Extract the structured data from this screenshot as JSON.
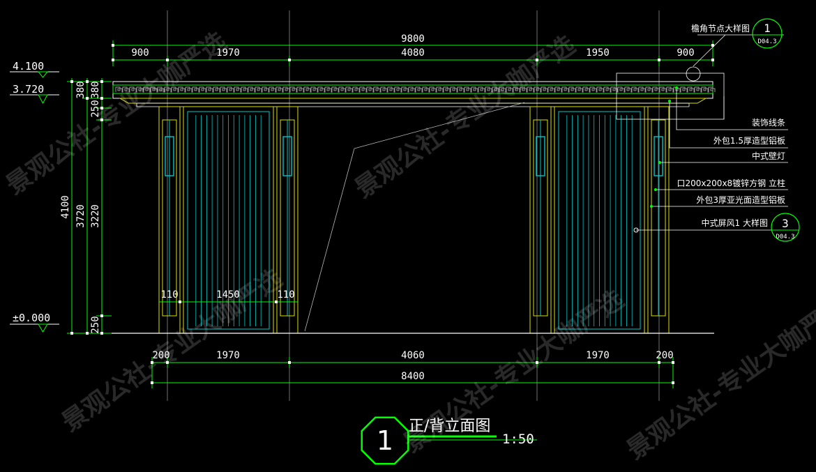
{
  "colors": {
    "dimension_line": "#00ff00",
    "outline": "#e0e000",
    "inner": "#00c8c8",
    "leader": "#ffffff",
    "title_symbol": "#00ff00"
  },
  "dimensions": {
    "top_overall": "9800",
    "top_segments": [
      "900",
      "1970",
      "4080",
      "1950",
      "900"
    ],
    "bottom_segments": [
      "200",
      "1970",
      "4060",
      "1970",
      "200"
    ],
    "bottom_overall": "8400",
    "left_outer": [
      "380",
      "3720"
    ],
    "left_total": "4100",
    "left_inner": [
      "380",
      "250",
      "3220",
      "250"
    ],
    "panel_width": "1450",
    "panel_margin_left": "110",
    "panel_margin_right": "110"
  },
  "levels": {
    "top": "4.100",
    "second": "3.720",
    "ground": "±0.000"
  },
  "callouts": [
    {
      "text": "檐角节点大样图",
      "ref_number": "1",
      "ref_sheet": "D04.3"
    },
    {
      "text": "装饰线条"
    },
    {
      "text": "外包1.5厚造型铝板"
    },
    {
      "text": "中式壁灯"
    },
    {
      "text": "口200x200x8镀锌方钢 立柱"
    },
    {
      "text": "外包3厚亚光面造型铝板"
    },
    {
      "text": "中式屏风1 大样图",
      "ref_number": "3",
      "ref_sheet": "D04.3"
    }
  ],
  "title": {
    "number": "1",
    "name": "正/背立面图",
    "scale": "1:50"
  },
  "watermark": "景观公社-专业大咖严选"
}
